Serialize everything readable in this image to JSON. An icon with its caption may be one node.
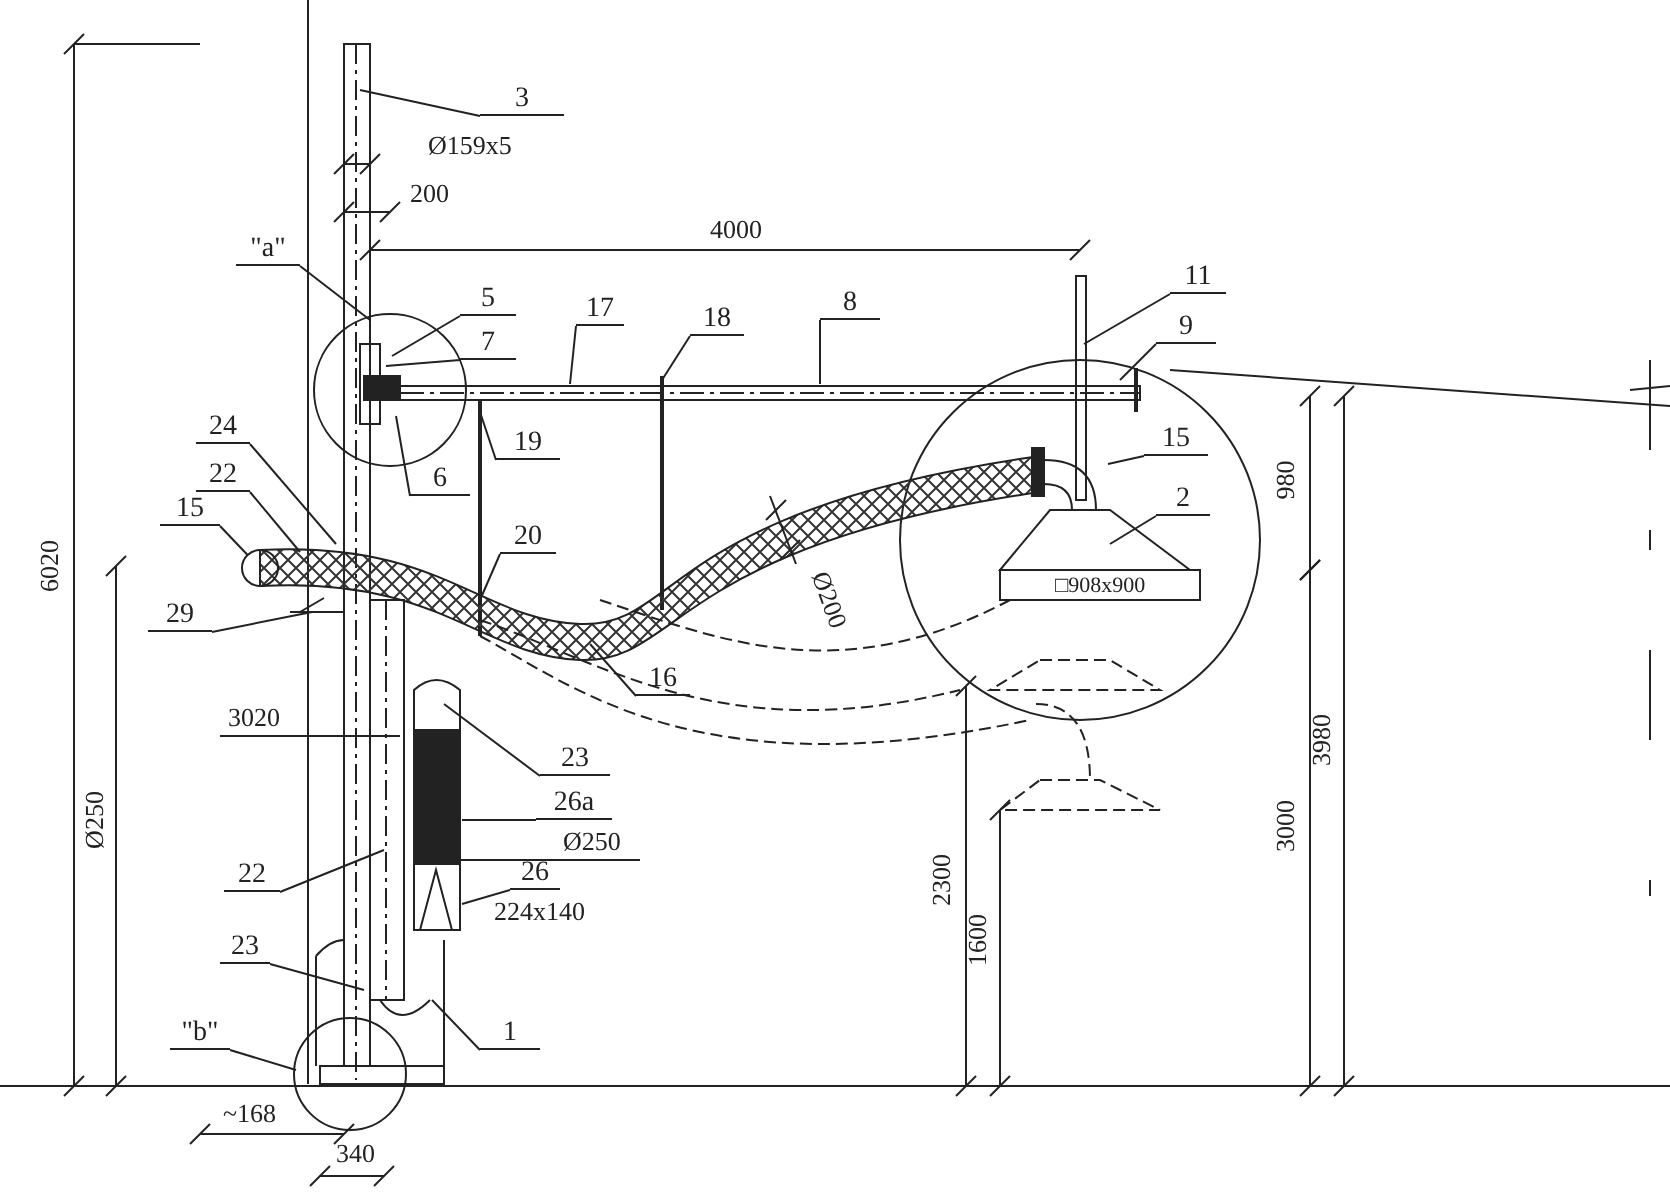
{
  "diagram": {
    "nodes": [
      {
        "text": [
          "3"
        ]
      },
      {
        "text": [
          "\"a\""
        ]
      },
      {
        "text": [
          "11"
        ]
      },
      {
        "text": [
          "5"
        ]
      },
      {
        "text": [
          "17"
        ]
      },
      {
        "text": [
          "18"
        ]
      },
      {
        "text": [
          "8"
        ]
      },
      {
        "text": [
          "9"
        ]
      },
      {
        "text": [
          "7"
        ]
      },
      {
        "text": [
          "15"
        ]
      },
      {
        "text": [
          "24"
        ]
      },
      {
        "text": [
          "19"
        ]
      },
      {
        "text": [
          "6"
        ]
      },
      {
        "text": [
          "22"
        ]
      },
      {
        "text": [
          "2"
        ]
      },
      {
        "text": [
          "15"
        ]
      },
      {
        "text": [
          "20"
        ]
      },
      {
        "text": [
          "29"
        ]
      },
      {
        "text": [
          "16"
        ]
      },
      {
        "text": [
          "23"
        ]
      },
      {
        "text": [
          "26a"
        ]
      },
      {
        "text": [
          "26"
        ]
      },
      {
        "text": [
          "22"
        ]
      },
      {
        "text": [
          "23"
        ]
      },
      {
        "text": [
          "1"
        ]
      },
      {
        "text": [
          "\"b\""
        ]
      },
      {
        "text": [],
        "shape": "circle"
      }
    ],
    "edges": [
      {
        "from": 0,
        "to": null,
        "arrow": "none"
      },
      {
        "from": 1,
        "to": null,
        "arrow": "none"
      },
      {
        "from": 2,
        "to": null,
        "arrow": "none"
      },
      {
        "from": 3,
        "to": null,
        "arrow": "none"
      },
      {
        "from": 4,
        "to": null,
        "arrow": "none"
      },
      {
        "from": 5,
        "to": null,
        "arrow": "none"
      },
      {
        "from": 6,
        "to": null,
        "arrow": "none"
      },
      {
        "from": 7,
        "to": null,
        "arrow": "none"
      },
      {
        "from": 8,
        "to": null,
        "arrow": "none"
      },
      {
        "from": 9,
        "to": null,
        "arrow": "none"
      },
      {
        "from": 10,
        "to": null,
        "arrow": "none"
      },
      {
        "from": 11,
        "to": null,
        "arrow": "none"
      },
      {
        "from": 12,
        "to": null,
        "arrow": "none"
      },
      {
        "from": 13,
        "to": null,
        "arrow": "none"
      },
      {
        "from": 14,
        "to": null,
        "arrow": "none"
      },
      {
        "from": 15,
        "to": 26,
        "arrow": "none"
      },
      {
        "from": 16,
        "to": null,
        "arrow": "none"
      },
      {
        "from": 17,
        "to": null,
        "arrow": "none"
      },
      {
        "from": 18,
        "to": null,
        "arrow": "none"
      },
      {
        "from": 19,
        "to": null,
        "arrow": "none"
      },
      {
        "from": 20,
        "to": null,
        "arrow": "none"
      },
      {
        "from": 21,
        "to": null,
        "arrow": "none"
      },
      {
        "from": 22,
        "to": null,
        "arrow": "none"
      },
      {
        "from": 23,
        "to": null,
        "arrow": "none"
      },
      {
        "from": 24,
        "to": null,
        "arrow": "none"
      },
      {
        "from": 25,
        "to": null,
        "arrow": "none"
      }
    ],
    "labels": [
      "Ø159x5",
      "200",
      "4000",
      "980",
      "Ø200",
      "□908x900",
      "6020",
      "3020",
      "Ø250",
      "3000",
      "3980",
      "Ø250",
      "224x140",
      "2300",
      "1600",
      "~168",
      "340"
    ]
  }
}
